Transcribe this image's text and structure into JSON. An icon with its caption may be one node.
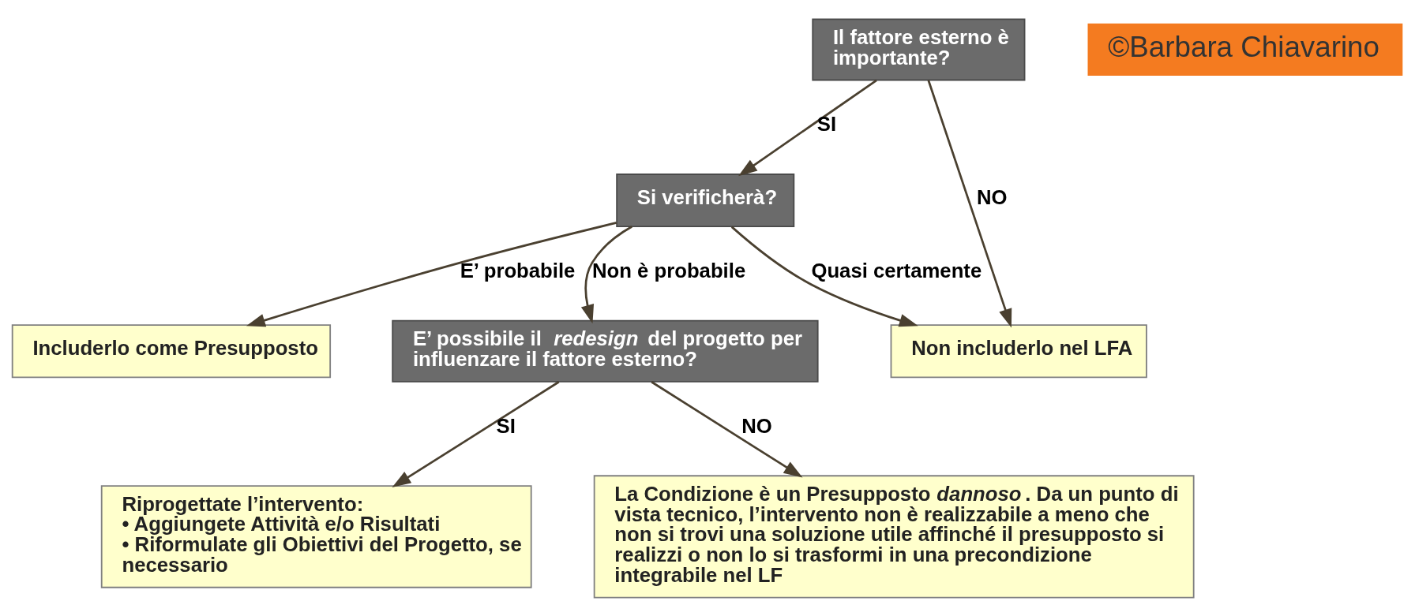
{
  "diagram": {
    "nodes": [
      {
        "text": [
          "Il fattore esterno è importante?"
        ]
      },
      {
        "text": [
          "Si verificherà?"
        ]
      },
      {
        "text": [
          "Non includerlo nel LFA"
        ]
      },
      {
        "text": [
          "Includerlo come Presupposto"
        ]
      },
      {
        "text": [
          "E’ possibile il *redesign* del progetto per influenzare il fattore esterno?"
        ]
      },
      {
        "text": [
          "Riprogettate l’intervento:",
          "• Aggiungete Attività e/o Risultati",
          "• Riformulate gli Obiettivi del Progetto, se necessario"
        ]
      },
      {
        "text": [
          "La Condizione è un Presupposto *dannoso*. Da un punto di vista tecnico, l’intervento non è realizzabile a meno che non si trovi una soluzione utile affinché il presupposto si realizzi o non lo si trasformi in una precondizione integrabile nel LF"
        ]
      }
    ],
    "edges": [
      {
        "from": 0,
        "to": 1,
        "arrow": "to",
        "label": "SI"
      },
      {
        "from": 0,
        "to": 2,
        "arrow": "to",
        "label": "NO"
      },
      {
        "from": 1,
        "to": 2,
        "arrow": "to",
        "label": "Quasi certamente"
      },
      {
        "from": 1,
        "to": 3,
        "arrow": "to",
        "label": "E’ probabile"
      },
      {
        "from": 1,
        "to": 4,
        "arrow": "to",
        "label": "Non è probabile"
      },
      {
        "from": 4,
        "to": 5,
        "arrow": "to",
        "label": "SI"
      },
      {
        "from": 4,
        "to": 6,
        "arrow": "to",
        "label": "NO"
      }
    ],
    "labels": [
      "©Barbara Chiavarino"
    ]
  }
}
